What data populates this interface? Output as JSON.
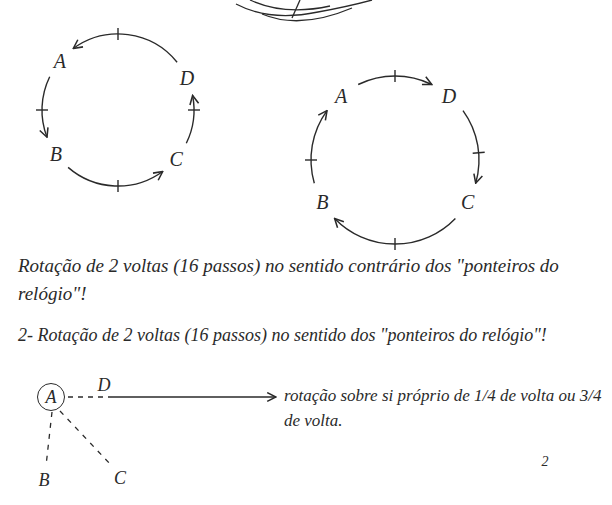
{
  "diagram": {
    "nodes": [
      {
        "text": [
          "A"
        ]
      }
    ],
    "labels": [
      "A",
      "D",
      "B",
      "C",
      "A",
      "D",
      "C",
      "B",
      "Rotação de 2 voltas (16 passos) no sentido contrário dos \"ponteiros do relógio\"!",
      "2- Rotação de 2 voltas (16 passos) no sentido dos \"ponteiros do relógio\"!",
      "D",
      "B",
      "C",
      "rotação sobre si próprio de 1/4 de volta ou 3/4 de volta.",
      "2"
    ]
  }
}
